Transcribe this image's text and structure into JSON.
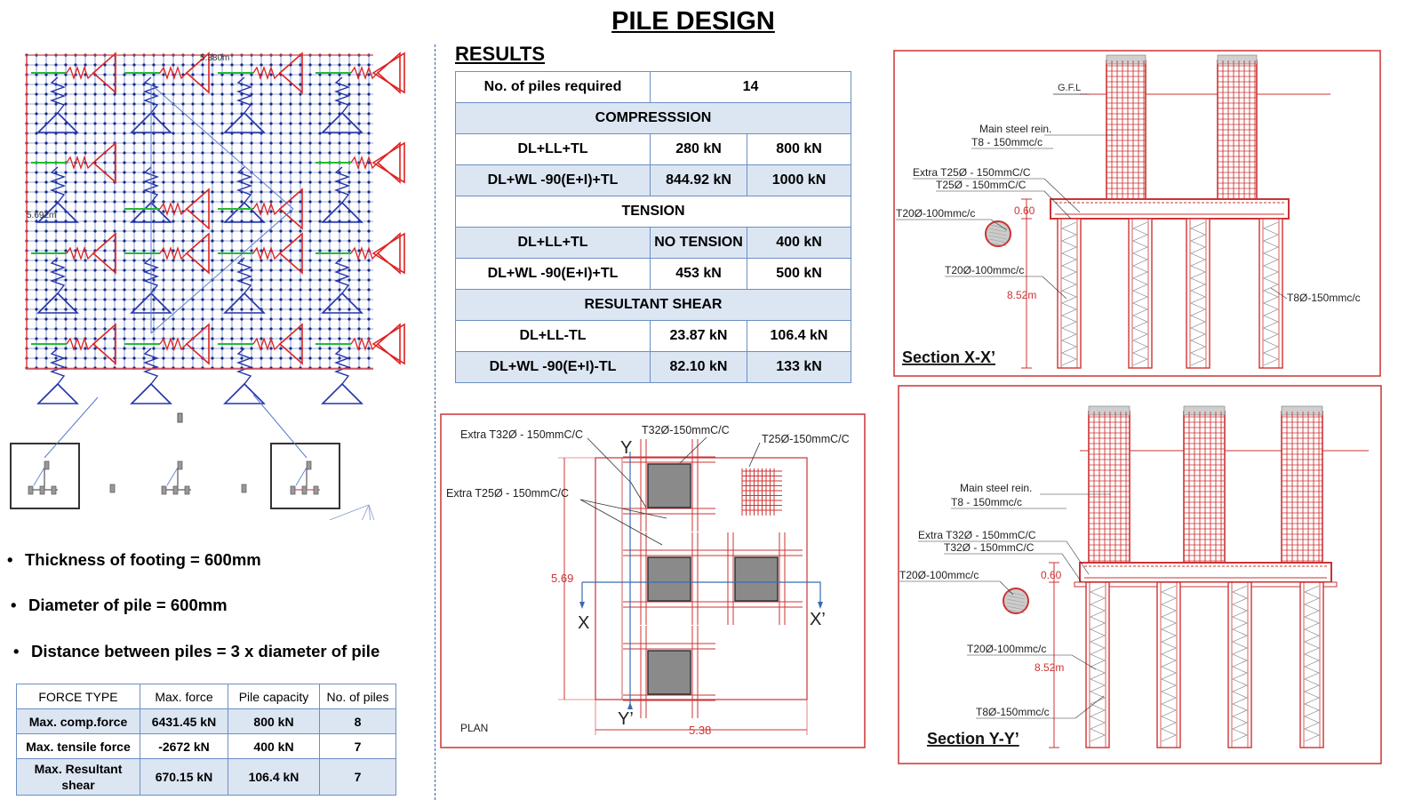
{
  "title": "PILE DESIGN",
  "results": {
    "heading": "RESULTS",
    "piles_label": "No. of piles required",
    "piles_value": "14",
    "compression": {
      "heading": "COMPRESSSION",
      "rows": [
        {
          "combo": "DL+LL+TL",
          "force": "280 kN",
          "capacity": "800 kN"
        },
        {
          "combo": "DL+WL -90(E+I)+TL",
          "force": "844.92 kN",
          "capacity": "1000 kN"
        }
      ]
    },
    "tension": {
      "heading": "TENSION",
      "rows": [
        {
          "combo": "DL+LL+TL",
          "force": "NO TENSION",
          "capacity": "400 kN"
        },
        {
          "combo": "DL+WL -90(E+I)+TL",
          "force": "453 kN",
          "capacity": "500 kN"
        }
      ]
    },
    "shear": {
      "heading": "RESULTANT SHEAR",
      "rows": [
        {
          "combo": "DL+LL-TL",
          "force": "23.87 kN",
          "capacity": "106.4 kN"
        },
        {
          "combo": "DL+WL -90(E+I)-TL",
          "force": "82.10 kN",
          "capacity": "133 kN"
        }
      ]
    }
  },
  "bullets": [
    "Thickness of footing = 600mm",
    "Diameter of pile = 600mm",
    "Distance between piles = 3 x diameter of pile"
  ],
  "force_table": {
    "headers": [
      "FORCE TYPE",
      "Max. force",
      "Pile capacity",
      "No. of piles"
    ],
    "rows": [
      {
        "type": "Max. comp.force",
        "force": "6431.45 kN",
        "capacity": "800 kN",
        "piles": "8"
      },
      {
        "type": "Max. tensile force",
        "force": "-2672 kN",
        "capacity": "400 kN",
        "piles": "7"
      },
      {
        "type": "Max. Resultant shear",
        "force": "670.15 kN",
        "capacity": "106.4 kN",
        "piles": "7"
      }
    ]
  },
  "model": {
    "dim_x": "5.380m",
    "dim_y": "5.692m"
  },
  "plan": {
    "label": "PLAN",
    "callout_1": "Extra T32Ø - 150mmC/C",
    "callout_2": "T32Ø-150mmC/C",
    "callout_3": "T25Ø-150mmC/C",
    "callout_4": "Extra T25Ø - 150mmC/C",
    "dim_height": "5.69",
    "dim_width": "5.38",
    "mark_y": "Y",
    "mark_y2": "Y’",
    "mark_x": "X",
    "mark_x2": "X’"
  },
  "section_xx": {
    "label": "Section X-X’",
    "gfl": "G.F.L",
    "main_steel": "Main steel rein.",
    "t8": "T8 - 150mmc/c",
    "extra_t25": "Extra T25Ø - 150mmC/C",
    "t25": "T25Ø - 150mmC/C",
    "t20_top": "T20Ø-100mmc/c",
    "thickness": "0.60",
    "t20_pile": "T20Ø-100mmc/c",
    "length": "8.52m",
    "t8_pile": "T8Ø-150mmc/c"
  },
  "section_yy": {
    "label": "Section Y-Y’",
    "main_steel": "Main steel rein.",
    "t8": "T8 - 150mmc/c",
    "extra_t32": "Extra T32Ø - 150mmC/C",
    "t32": "T32Ø - 150mmC/C",
    "t20_top": "T20Ø-100mmc/c",
    "thickness": "0.60",
    "t20_pile": "T20Ø-100mmc/c",
    "length": "8.52m",
    "t8_pile": "T8Ø-150mmc/c"
  }
}
